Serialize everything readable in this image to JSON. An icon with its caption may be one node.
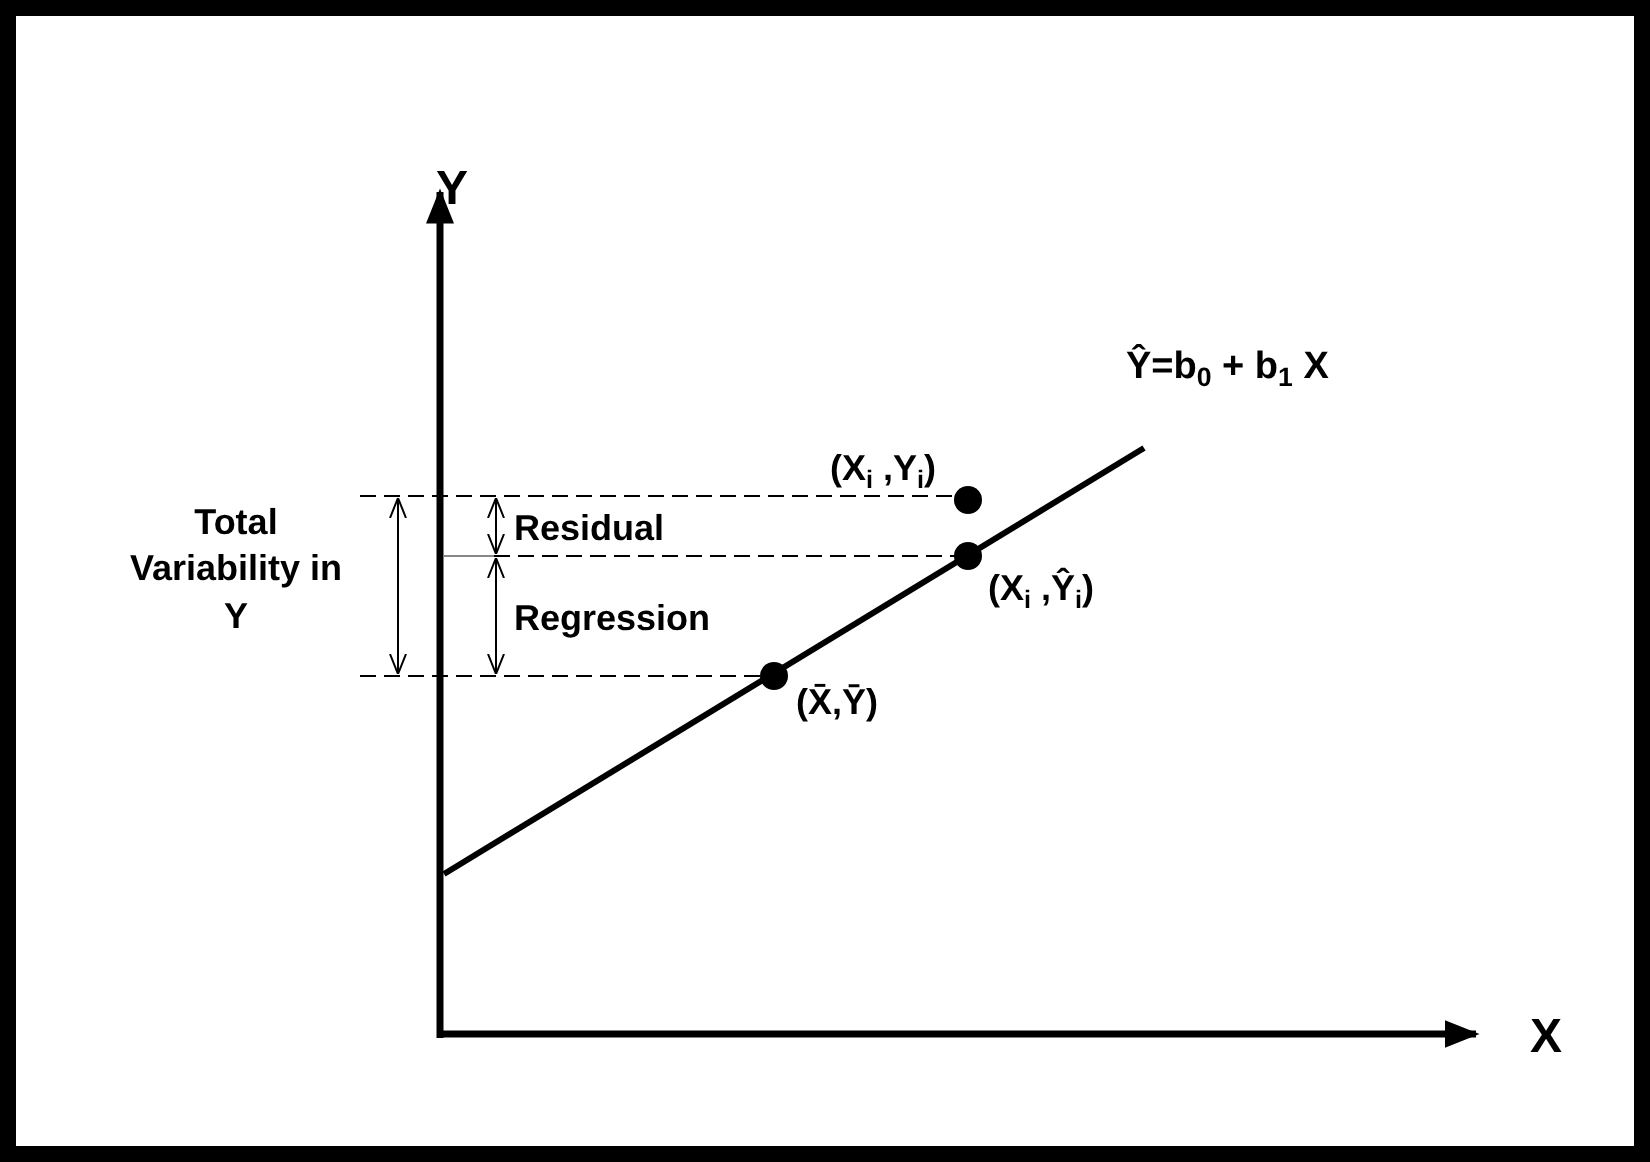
{
  "diagram": {
    "labels": [
      "Y",
      "Ŷ=b$_{0}$ + b$_{1}$ X",
      "(X$_{i}$ ,Y$_{i}$)",
      "Total Variability in Y",
      "Residual",
      "Regression",
      "(X$_{i}$ ,Ŷ$_{i}$)",
      "(X̄,Ȳ)",
      "X"
    ]
  }
}
